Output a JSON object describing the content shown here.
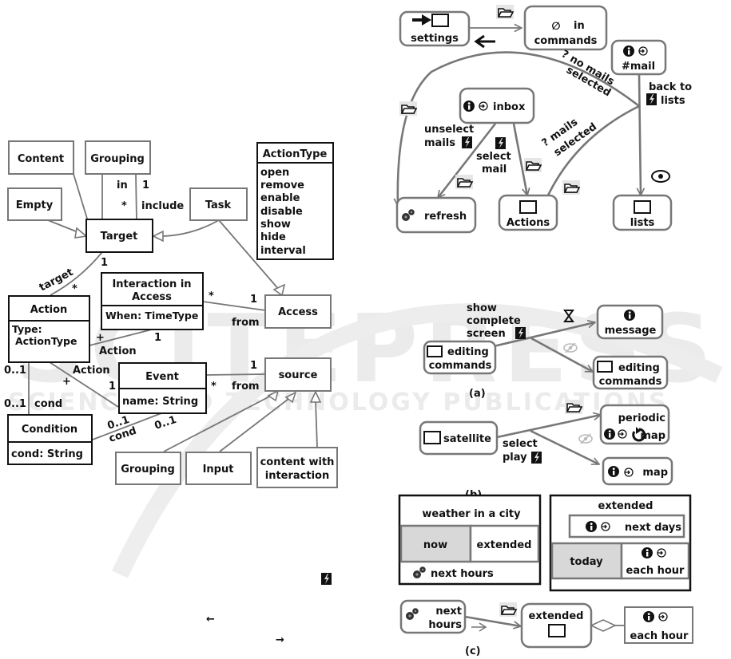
{
  "watermark": {
    "line1": "SCITEPRESS",
    "line2": "SCIENCE AND TECHNOLOGY PUBLICATIONS"
  },
  "uml": {
    "classes": {
      "content": "Content",
      "grouping_top": "Grouping",
      "empty": "Empty",
      "task": "Task",
      "target": "Target",
      "action_type": {
        "title": "ActionType",
        "values": [
          "open",
          "remove",
          "enable",
          "disable",
          "show",
          "hide",
          "interval"
        ]
      },
      "action": {
        "title": "Action",
        "attr1": "Type:",
        "attr2": "ActionType"
      },
      "interaction": {
        "title1": "Interaction in",
        "title2": "Access",
        "attr": "When: TimeType"
      },
      "access": "Access",
      "event": {
        "title": "Event",
        "attr": "name: String"
      },
      "source": "source",
      "condition": {
        "title": "Condition",
        "attr": "cond: String"
      },
      "grouping_bottom": "Grouping",
      "input": "Input",
      "content_with": {
        "line1": "content with",
        "line2": "interaction"
      }
    },
    "labels": {
      "in": "in",
      "one_a": "1",
      "star_a": "*",
      "include": "include",
      "target_role": "target",
      "one_b": "1",
      "star_b": "*",
      "star_c": "*",
      "one_c": "1",
      "from_a": "from",
      "plus_a": "+",
      "one_d": "1",
      "action_role_a": "Action",
      "zero_one_a": "0..1",
      "action_role_b": "Action",
      "plus_b": "+",
      "one_e": "1",
      "one_f": "1",
      "star_d": "*",
      "from_b": "from",
      "zero_one_b": "0..1",
      "cond_a": "cond",
      "zero_one_c": "0..1",
      "zero_one_d": "0..1",
      "cond_b": "cond"
    }
  },
  "legend_symbols": {
    "left_arrow": "←",
    "right_arrow": "→"
  },
  "top_diagram": {
    "settings": "settings",
    "in_commands_1": "in",
    "in_commands_2": "commands",
    "empty_set": "∅",
    "mail": "#mail",
    "inbox": "inbox",
    "refresh": "refresh",
    "actions": "Actions",
    "lists": "lists",
    "no_mails_1": "? no mails",
    "no_mails_2": "selected",
    "mails_1": "? mails",
    "mails_2": "selected",
    "back_to_1": "back to",
    "back_to_2": "lists",
    "unselect_1": "unselect",
    "unselect_2": "mails",
    "select_1": "select",
    "select_2": "mail"
  },
  "diagram_a": {
    "show_1": "show",
    "show_2": "complete",
    "show_3": "screen",
    "editing_1": "editing",
    "editing_2": "commands",
    "message": "message",
    "target_editing_1": "editing",
    "target_editing_2": "commands",
    "caption": "(a)"
  },
  "diagram_b": {
    "satellite": "satellite",
    "select_1": "select",
    "select_2": "play",
    "periodic_1": "periodic",
    "periodic_2": "map",
    "map": "map",
    "caption": "(b)"
  },
  "diagram_c": {
    "weather_title": "weather in a city",
    "now": "now",
    "extended_tab": "extended",
    "next_hours": "next hours",
    "ext_title": "extended",
    "next_days": "next days",
    "today": "today",
    "each_hour": "each hour",
    "flow_next_1": "next",
    "flow_next_2": "hours",
    "flow_extended": "extended",
    "flow_each_hour": "each hour",
    "caption": "(c)"
  }
}
